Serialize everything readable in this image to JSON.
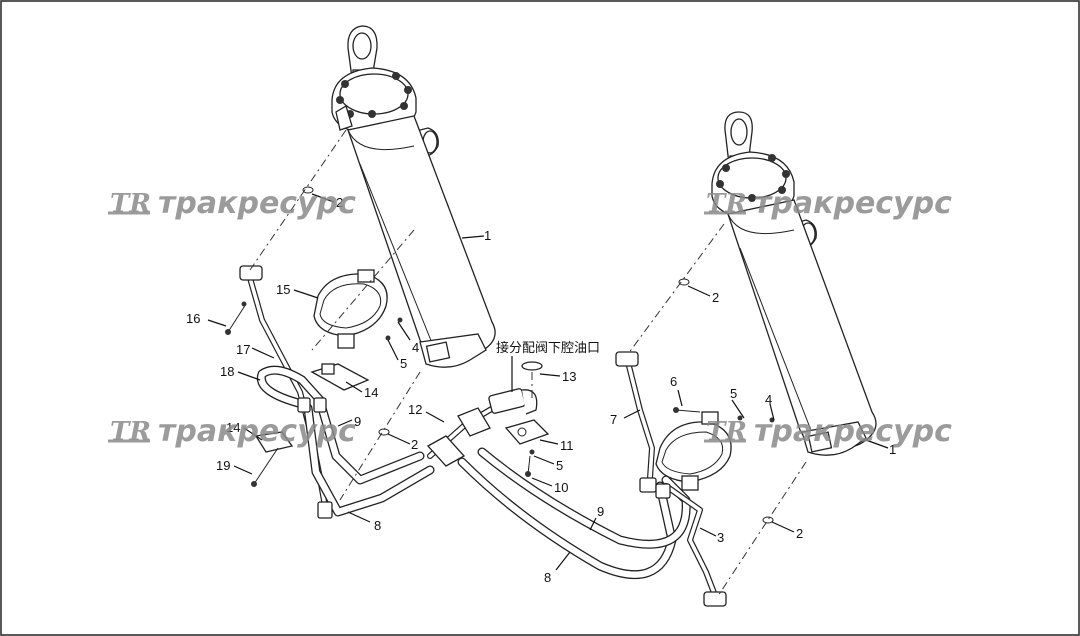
{
  "note_label": "接分配阀下腔油口",
  "watermark": {
    "logo": "TR",
    "text": "тракресурс"
  },
  "callouts": {
    "c1a": "1",
    "c1b": "1",
    "c2a": "2",
    "c2b": "2",
    "c2c": "2",
    "c2d": "2",
    "c3": "3",
    "c4a": "4",
    "c4b": "4",
    "c5a": "5",
    "c5b": "5",
    "c5c": "5",
    "c6": "6",
    "c7": "7",
    "c8a": "8",
    "c8b": "8",
    "c9a": "9",
    "c9b": "9",
    "c10": "10",
    "c11": "11",
    "c12": "12",
    "c13": "13",
    "c14a": "14",
    "c14b": "14",
    "c15": "15",
    "c16": "16",
    "c17": "17",
    "c18": "18",
    "c19": "19"
  }
}
